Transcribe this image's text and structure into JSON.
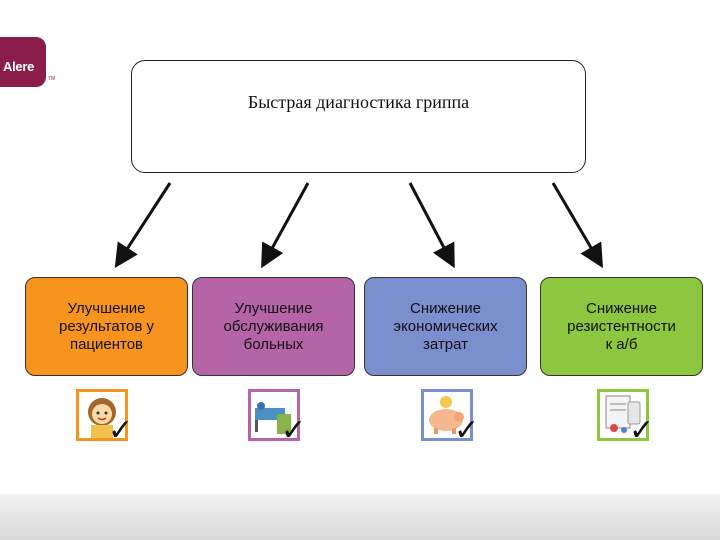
{
  "logo": {
    "text": "Alere",
    "tm": "TM"
  },
  "title": "Быстрая диагностика гриппа",
  "outcomes": [
    {
      "label": "Улучшение\nрезультатов у\nпациентов",
      "color": "#f7941d",
      "icon": "child-patient-icon"
    },
    {
      "label": "Улучшение\nобслуживания\nбольных",
      "color": "#b565a7",
      "icon": "hospital-bed-icon"
    },
    {
      "label": "Снижение\nэкономических\nзатрат",
      "color": "#7b8fcf",
      "icon": "piggy-bank-icon"
    },
    {
      "label": "Снижение\nрезистентности\nк а/б",
      "color": "#8dc63f",
      "icon": "pills-prescription-icon"
    }
  ],
  "check_glyph": "✓"
}
